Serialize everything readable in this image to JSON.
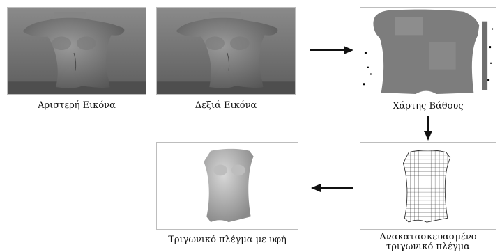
{
  "captions": {
    "left_image": "Αριστερή Εικόνα",
    "right_image": "Δεξιά Εικόνα",
    "depth_map": "Χάρτης Βάθους",
    "reconstructed_mesh_line1": "Ανακατασκευασμένο",
    "reconstructed_mesh_line2": "τριγωνικό πλέγμα",
    "textured_mesh": "Τριγωνικό πλέγμα με υφή"
  },
  "icons": {
    "arrows": [
      "arrow-right-icon",
      "arrow-down-icon",
      "arrow-left-icon"
    ]
  },
  "colors": {
    "photo_background": "#6e6e6e",
    "depth_map_gray": "#7d7d7d",
    "mesh_lines": "#1a1a1a",
    "arrow": "#111111"
  }
}
